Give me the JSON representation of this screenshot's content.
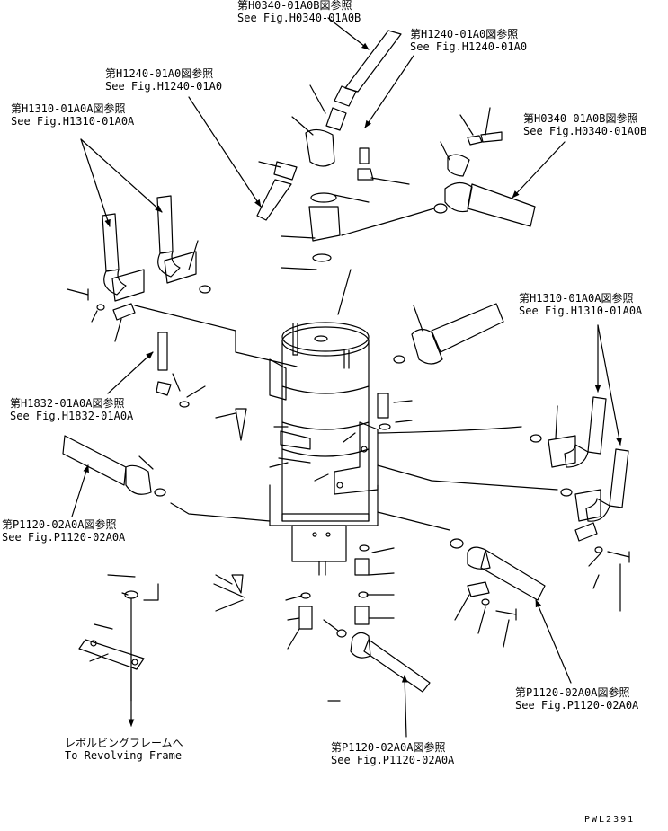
{
  "callouts": {
    "h0340_top": {
      "jp": "第H0340-01A0B図参照",
      "en": "See Fig.H0340-01A0B"
    },
    "h1240_right": {
      "jp": "第H1240-01A0図参照",
      "en": "See Fig.H1240-01A0"
    },
    "h1240_left": {
      "jp": "第H1240-01A0図参照",
      "en": "See Fig.H1240-01A0"
    },
    "h1310_left": {
      "jp": "第H1310-01A0A図参照",
      "en": "See Fig.H1310-01A0A"
    },
    "h0340_right": {
      "jp": "第H0340-01A0B図参照",
      "en": "See Fig.H0340-01A0B"
    },
    "h1310_right": {
      "jp": "第H1310-01A0A図参照",
      "en": "See Fig.H1310-01A0A"
    },
    "h1832_left": {
      "jp": "第H1832-01A0A図参照",
      "en": "See Fig.H1832-01A0A"
    },
    "p1120_left": {
      "jp": "第P1120-02A0A図参照",
      "en": "See Fig.P1120-02A0A"
    },
    "p1120_right": {
      "jp": "第P1120-02A0A図参照",
      "en": "See Fig.P1120-02A0A"
    },
    "p1120_bottom": {
      "jp": "第P1120-02A0A図参照",
      "en": "See Fig.P1120-02A0A"
    },
    "revolving": {
      "jp": "レボルビングフレームへ",
      "en": "To Revolving Frame"
    }
  },
  "drawing_code": "PWL2391"
}
